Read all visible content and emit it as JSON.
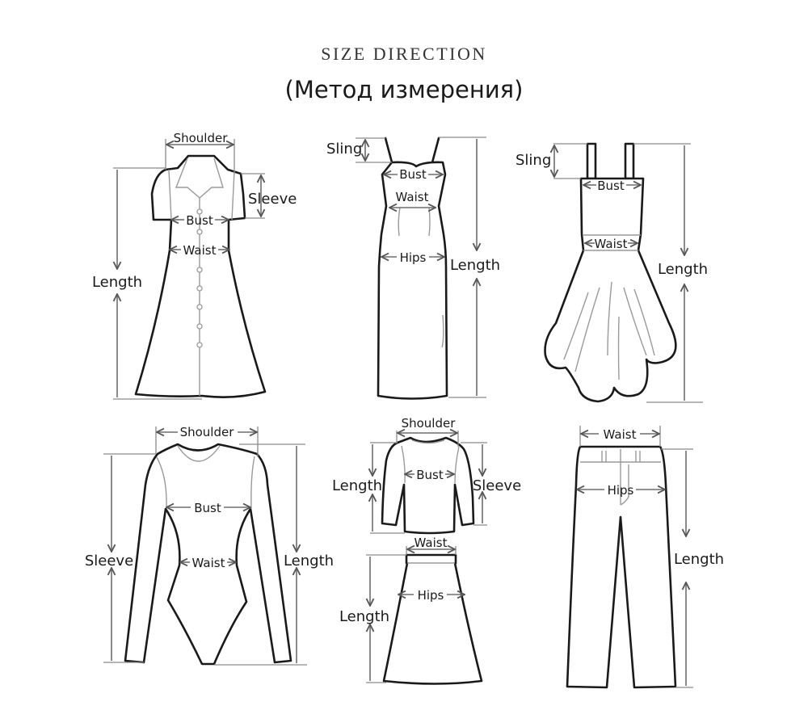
{
  "header": {
    "title": "SIZE DIRECTION",
    "subtitle": "(Метод измерения)"
  },
  "colors": {
    "background": "#ffffff",
    "outline": "#1a1a1a",
    "measure_line": "#6e6e6e",
    "detail_line": "#9a9a9a"
  },
  "garments": [
    {
      "name": "shirt-dress",
      "labels": {
        "shoulder": "Shoulder",
        "sleeve": "Sleeve",
        "bust": "Bust",
        "waist": "Waist",
        "length": "Length"
      }
    },
    {
      "name": "sling-bodycon-dress",
      "labels": {
        "sling": "Sling",
        "bust": "Bust",
        "waist": "Waist",
        "hips": "Hips",
        "length": "Length"
      }
    },
    {
      "name": "strap-flare-dress",
      "labels": {
        "sling": "Sling",
        "bust": "Bust",
        "waist": "Waist",
        "length": "Length"
      }
    },
    {
      "name": "bodysuit",
      "labels": {
        "shoulder": "Shoulder",
        "bust": "Bust",
        "waist": "Waist",
        "sleeve": "Sleeve",
        "length": "Length"
      }
    },
    {
      "name": "top",
      "labels": {
        "shoulder": "Shoulder",
        "bust": "Bust",
        "length": "Length",
        "sleeve": "Sleeve"
      }
    },
    {
      "name": "skirt",
      "labels": {
        "waist": "Waist",
        "hips": "Hips",
        "length": "Length"
      }
    },
    {
      "name": "pants",
      "labels": {
        "waist": "Waist",
        "hips": "Hips",
        "length": "Length"
      }
    }
  ]
}
